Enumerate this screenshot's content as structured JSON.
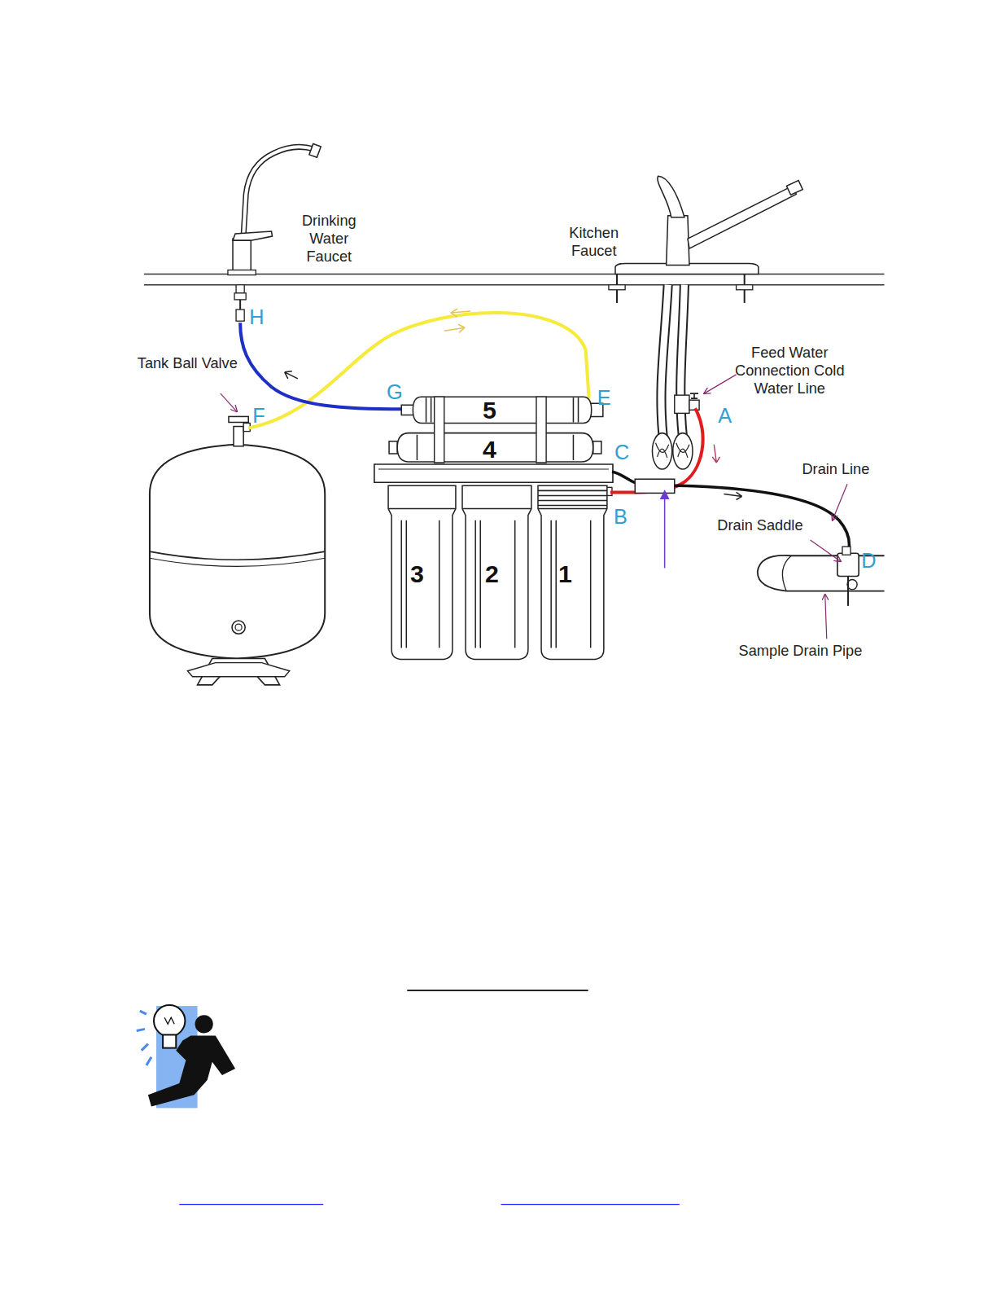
{
  "diagram": {
    "nodes": [
      {
        "text": [
          "5"
        ]
      },
      {
        "text": [
          "4"
        ]
      },
      {
        "text": [
          "3"
        ]
      },
      {
        "text": [
          "2"
        ]
      },
      {
        "text": [
          "1"
        ]
      }
    ],
    "labels": [
      "Drinking Water Faucet",
      "Kitchen Faucet",
      "Feed Water Connection Cold Water Line",
      "H",
      "Tank Ball Valve",
      "F",
      "G",
      "E",
      "A",
      "C",
      "B",
      "Drain Line",
      "Drain Saddle",
      "D",
      "Sample Drain Pipe"
    ]
  }
}
